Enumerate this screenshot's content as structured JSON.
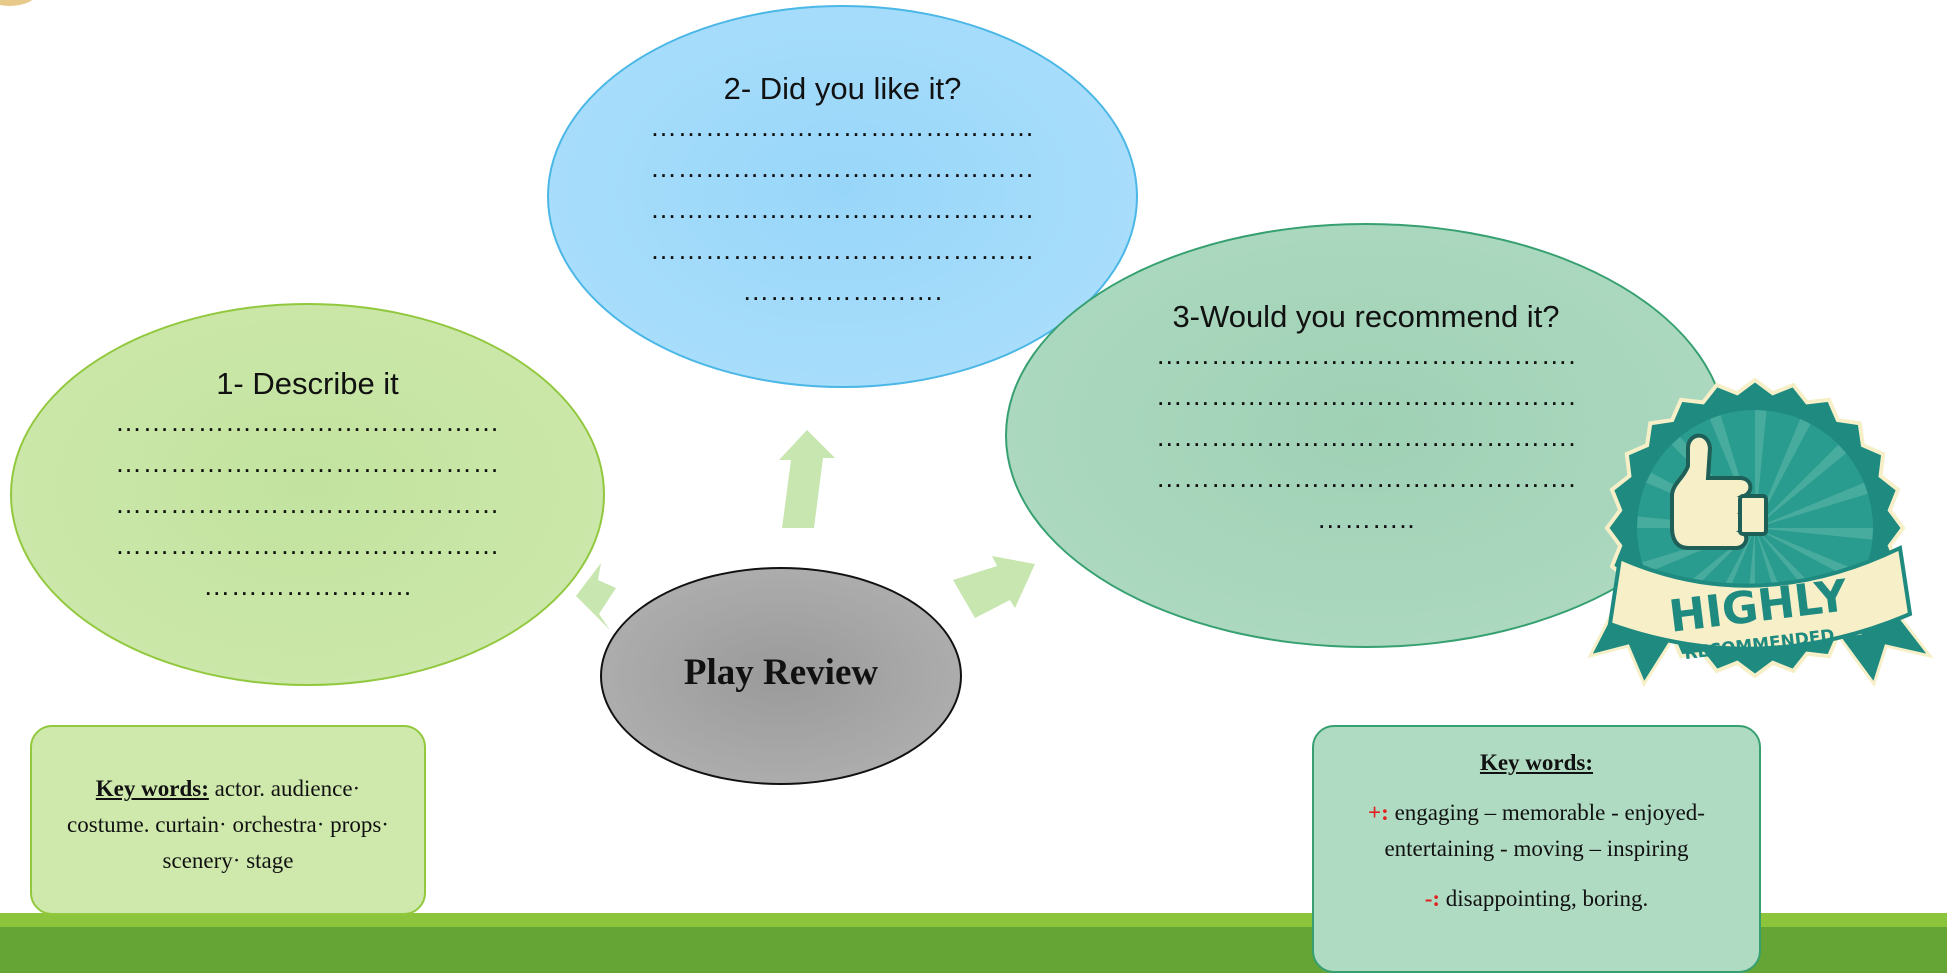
{
  "center": {
    "title": "Play Review"
  },
  "describe": {
    "title": "1- Describe it",
    "lines": [
      "……………………………………",
      "……………………………………",
      "……………………………………",
      "……………………………………",
      "………………….."
    ]
  },
  "like": {
    "title": "2- Did you like it?",
    "lines": [
      "……………………………………",
      "……………………………………",
      "……………………………………",
      "……………………………………",
      "…………………."
    ]
  },
  "recommend": {
    "title": "3-Would you recommend it?",
    "lines": [
      "……………………………………….",
      "……………………………………….",
      "……………………………………….",
      "……………………………………….",
      "……….."
    ]
  },
  "keywords_left": {
    "label": "Key words:",
    "text": "actor. audience· costume. curtain· orchestra· props· scenery· stage"
  },
  "keywords_right": {
    "label": "Key words:",
    "plus_marker": "+:",
    "plus_text": "engaging – memorable - enjoyed- entertaining - moving – inspiring",
    "minus_marker": "-:",
    "minus_text": "disappointing, boring."
  },
  "badge": {
    "line1": "HIGHLY",
    "line2": "RECOMMENDED",
    "icon": "thumbs-up-icon"
  },
  "colors": {
    "green_light": "#cfe9ad",
    "blue_light": "#aee0fc",
    "teal_light": "#b0dbc3",
    "arrow": "#c8e6b0",
    "badge_teal": "#1e8a80",
    "badge_cream": "#f6efc8",
    "bar": "#64a536"
  }
}
